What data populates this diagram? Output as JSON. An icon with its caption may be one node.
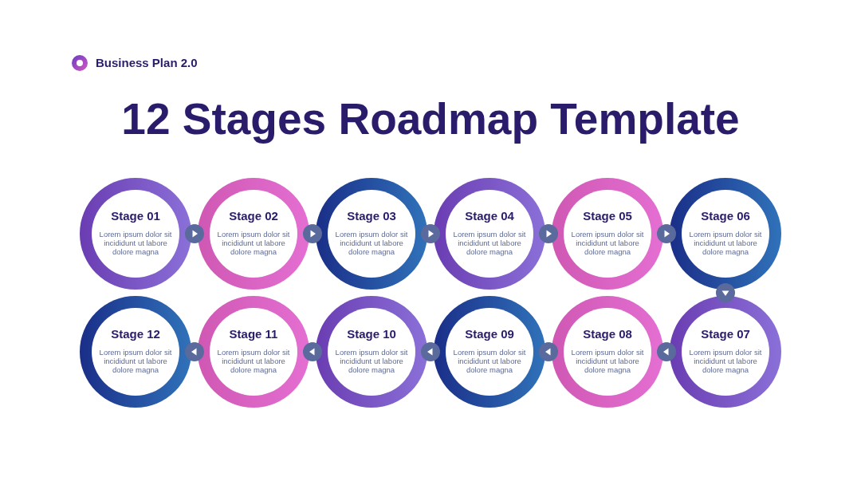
{
  "diagram": {
    "title": "12 Stages Roadmap Template",
    "nodes": [
      {
        "text": [
          "Stage 01",
          "Lorem ipsum dolor sit incididunt ut labore dolore magna"
        ]
      },
      {
        "text": [
          "Stage 02",
          "Lorem ipsum dolor sit incididunt ut labore dolore magna"
        ]
      },
      {
        "text": [
          "Stage 03",
          "Lorem ipsum dolor sit incididunt ut labore dolore magna"
        ]
      },
      {
        "text": [
          "Stage 04",
          "Lorem ipsum dolor sit incididunt ut labore dolore magna"
        ]
      },
      {
        "text": [
          "Stage 05",
          "Lorem ipsum dolor sit incididunt ut labore dolore magna"
        ]
      },
      {
        "text": [
          "Stage 06",
          "Lorem ipsum dolor sit incididunt ut labore dolore magna"
        ]
      },
      {
        "text": [
          "Stage 07",
          "Lorem ipsum dolor sit incididunt ut labore dolore magna"
        ]
      },
      {
        "text": [
          "Stage 08",
          "Lorem ipsum dolor sit incididunt ut labore dolore magna"
        ]
      },
      {
        "text": [
          "Stage 09",
          "Lorem ipsum dolor sit incididunt ut labore dolore magna"
        ]
      },
      {
        "text": [
          "Stage 10",
          "Lorem ipsum dolor sit incididunt ut labore dolore magna"
        ]
      },
      {
        "text": [
          "Stage 11",
          "Lorem ipsum dolor sit incididunt ut labore dolore magna"
        ]
      },
      {
        "text": [
          "Stage 12",
          "Lorem ipsum dolor sit incididunt ut labore dolore magna"
        ]
      }
    ],
    "edges": [
      {
        "from": 0,
        "to": 1,
        "arrow": "to"
      },
      {
        "from": 1,
        "to": 2,
        "arrow": "to"
      },
      {
        "from": 2,
        "to": 3,
        "arrow": "to"
      },
      {
        "from": 3,
        "to": 4,
        "arrow": "to"
      },
      {
        "from": 4,
        "to": 5,
        "arrow": "to"
      },
      {
        "from": 5,
        "to": 6,
        "arrow": "to"
      },
      {
        "from": 6,
        "to": 7,
        "arrow": "to"
      },
      {
        "from": 7,
        "to": 8,
        "arrow": "to"
      },
      {
        "from": 8,
        "to": 9,
        "arrow": "to"
      },
      {
        "from": 9,
        "to": 10,
        "arrow": "to"
      },
      {
        "from": 10,
        "to": 11,
        "arrow": "to"
      }
    ],
    "labels": [
      "Business Plan 2.0"
    ]
  }
}
